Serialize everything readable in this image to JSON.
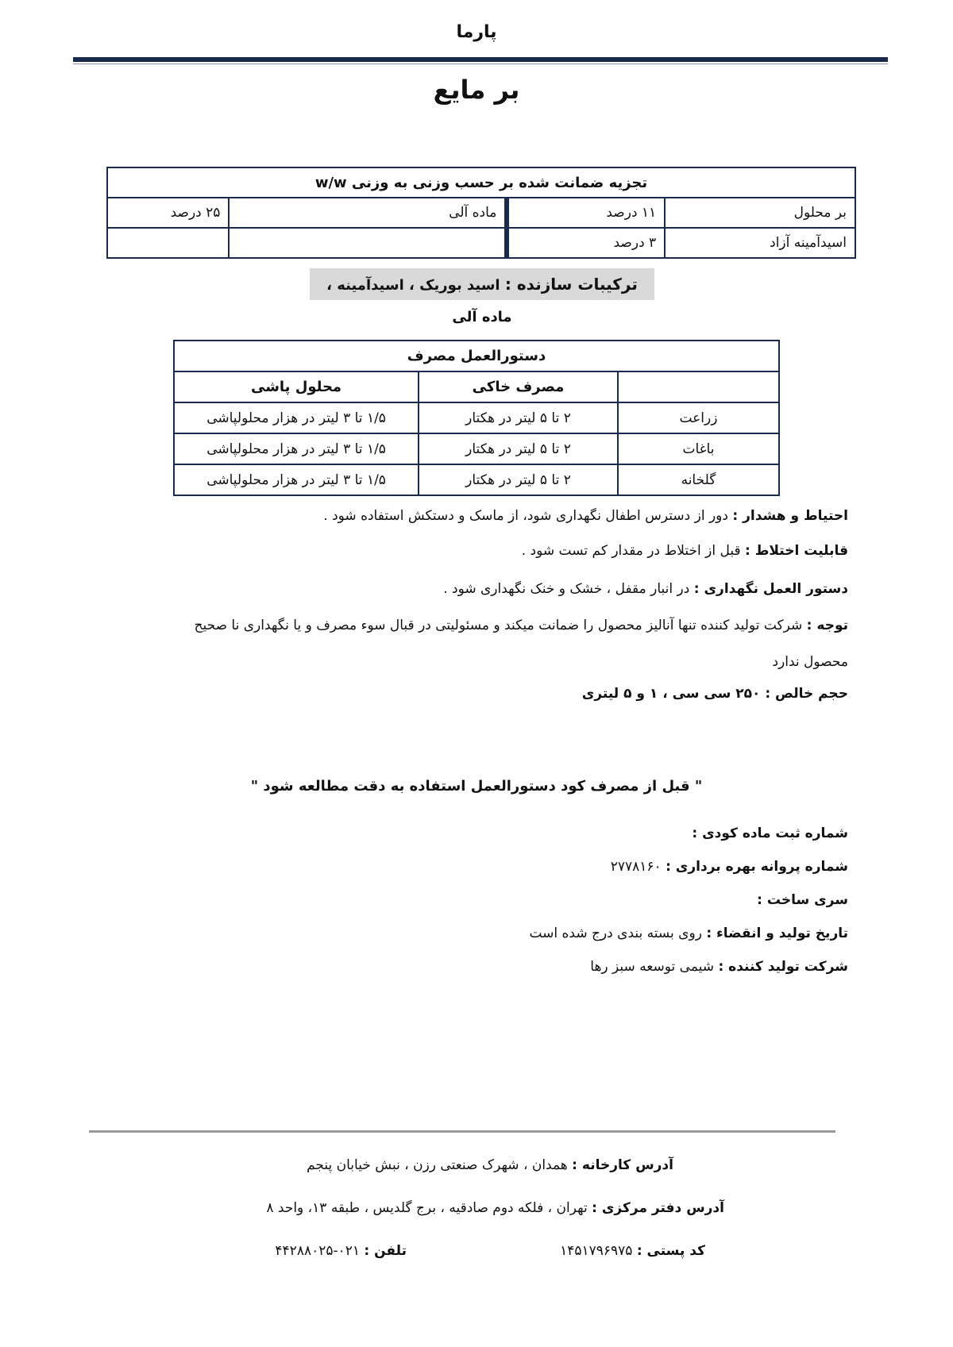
{
  "header": {
    "brand": "پارما",
    "product_name": "بر مایع"
  },
  "analysis_table": {
    "title": "تجزیه ضمانت شده بر حسب وزنی به وزنی w/w",
    "rows": [
      [
        "بر محلول",
        "۱۱ درصد",
        "ماده آلی",
        "۲۵ درصد"
      ],
      [
        "اسیدآمینه آزاد",
        "۳ درصد",
        "",
        ""
      ]
    ]
  },
  "composition": {
    "label": "ترکیبات سازنده :",
    "value": "اسید بوریک ، اسیدآمینه ، ماده آلی"
  },
  "usage_table": {
    "title": "دستورالعمل مصرف",
    "columns": [
      "",
      "مصرف خاکی",
      "محلول پاشی"
    ],
    "rows": [
      [
        "زراعت",
        "۲ تا ۵ لیتر در هکتار",
        "۱/۵ تا ۳ لیتر در هزار محلولپاشی"
      ],
      [
        "باغات",
        "۲ تا ۵ لیتر در هکتار",
        "۱/۵ تا ۳ لیتر در هزار محلولپاشی"
      ],
      [
        "گلخانه",
        "۲ تا ۵ لیتر در هکتار",
        "۱/۵ تا ۳ لیتر در هزار محلولپاشی"
      ]
    ]
  },
  "notes": {
    "caution_label": "احتیاط و هشدار :",
    "caution_text": "دور از دسترس اطفال نگهداری شود، از ماسک و دستکش استفاده شود .",
    "mixing_label": "قابلیت اختلاط :",
    "mixing_text": "قبل از اختلاط در مقدار کم تست شود .",
    "storage_label": "دستور العمل نگهداری :",
    "storage_text": "در انبار مقفل ، خشک و خنک نگهداری شود .",
    "attention_label": "توجه :",
    "attention_text": "شرکت تولید کننده تنها آنالیز محصول را ضمانت میکند و مسئولیتی در قبال سوء مصرف و یا نگهداری نا صحیح",
    "attention_text_cont": "محصول ندارد",
    "volume_label": "حجم خالص :",
    "volume_text": "۲۵۰ سی سی ، ۱ و ۵ لیتری"
  },
  "quote": "\" قبل از مصرف کود دستورالعمل استفاده به دقت مطالعه شود \"",
  "registration": {
    "reg_label": "شماره ثبت ماده کودی :",
    "reg_value": "",
    "license_label": "شماره پروانه بهره برداری :",
    "license_value": "۲۷۷۸۱۶۰",
    "batch_label": "سری ساخت :",
    "batch_value": "",
    "date_label": "تاریخ تولید و انقضاء :",
    "date_value": "روی بسته بندی درج شده است",
    "producer_label": "شرکت تولید کننده :",
    "producer_value": "شیمی توسعه سبز رها"
  },
  "footer": {
    "factory_label": "آدرس کارخانه :",
    "factory_value": "همدان ، شهرک صنعتی رزن ، نبش خیابان پنجم",
    "office_label": "آدرس دفتر مرکزی :",
    "office_value": "تهران ، فلکه دوم صادقیه ، برج گلدیس ، طبقه ۱۳، واحد ۸",
    "postal_label": "کد پستی :",
    "postal_value": "۱۴۵۱۷۹۶۹۷۵",
    "phone_label": "تلفن :",
    "phone_value": "۰۲۱-۴۴۲۸۸۰۲۵"
  }
}
